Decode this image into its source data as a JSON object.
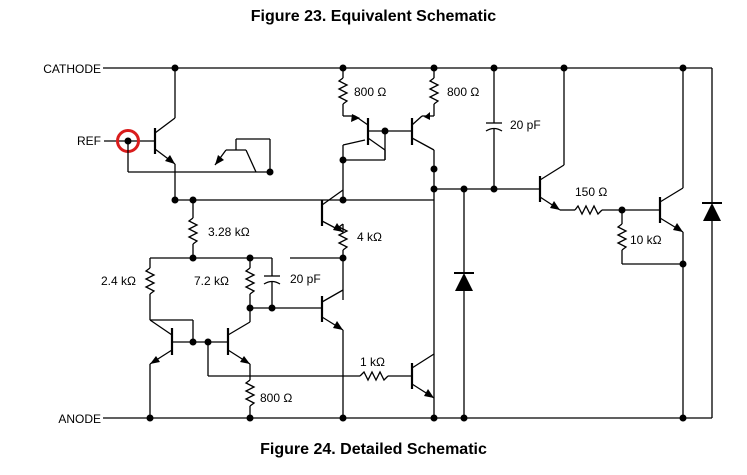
{
  "titles": {
    "top": "Figure 23.  Equivalent Schematic",
    "bottom": "Figure 24.  Detailed Schematic"
  },
  "terminals": {
    "cathode": "CATHODE",
    "ref": "REF",
    "anode": "ANODE"
  },
  "components": {
    "r800_left": "800 Ω",
    "r800_right": "800 Ω",
    "c20_top": "20 pF",
    "r150": "150 Ω",
    "r10k": "10 kΩ",
    "r3k28": "3.28 kΩ",
    "r4k": "4 kΩ",
    "r2k4": "2.4 kΩ",
    "r7k2": "7.2 kΩ",
    "c20_mid": "20 pF",
    "r1k": "1 kΩ",
    "r800_bottom": "800 Ω"
  },
  "colors": {
    "wire": "#000000",
    "highlight": "#d91c1c"
  }
}
